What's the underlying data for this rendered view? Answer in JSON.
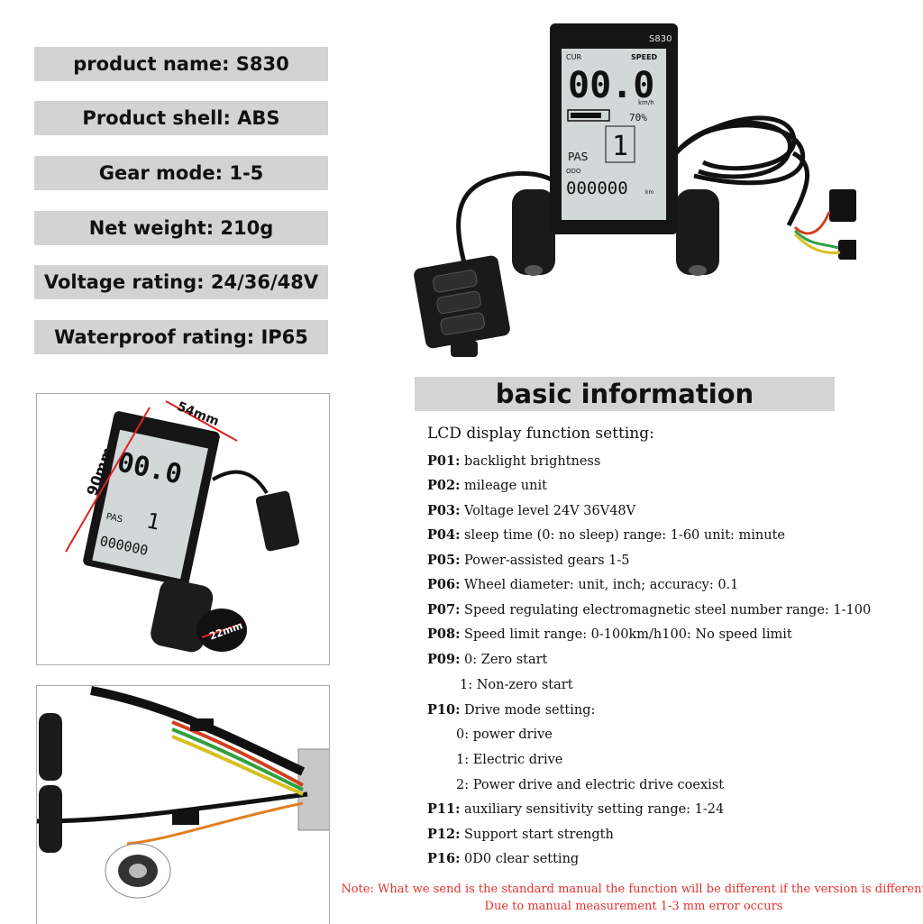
{
  "specs": [
    {
      "text": "product name: S830"
    },
    {
      "text": "Product shell: ABS"
    },
    {
      "text": "Gear mode: 1-5"
    },
    {
      "text": "Net weight: 210g"
    },
    {
      "text": "Voltage rating: 24/36/48V"
    },
    {
      "text": "Waterproof rating: IP65"
    }
  ],
  "display": {
    "model": "S830",
    "cur": "CUR",
    "speed_label": "SPEED",
    "speed_value": "00.0",
    "speed_unit": "km/h",
    "battery_percent": "70%",
    "pas_label": "PAS",
    "pas_value": "1",
    "odo_label": "ODO",
    "odo_value": "000000",
    "odo_unit": "km"
  },
  "dimensions": {
    "width": "54mm",
    "height": "90mm",
    "clamp": "22mm"
  },
  "basic_info": {
    "title": "basic information",
    "lcd_title": "LCD display function setting:",
    "rows": [
      {
        "code": "P01:",
        "text": " backlight brightness"
      },
      {
        "code": "P02:",
        "text": " mileage unit"
      },
      {
        "code": "P03:",
        "text": " Voltage level 24V 36V48V"
      },
      {
        "code": "P04:",
        "text": " sleep time (0: no sleep) range: 1-60 unit: minute"
      },
      {
        "code": "P05:",
        "text": " Power-assisted gears 1-5"
      },
      {
        "code": "P06:",
        "text": " Wheel diameter: unit, inch; accuracy: 0.1"
      },
      {
        "code": "P07:",
        "text": " Speed regulating electromagnetic steel number range: 1-100"
      },
      {
        "code": "P08:",
        "text": " Speed limit range: 0-100km/h100: No speed limit"
      },
      {
        "code": "P09:",
        "text": " 0: Zero start"
      },
      {
        "code": "",
        "text": "1: Non-zero start"
      },
      {
        "code": "P10:",
        "text": " Drive mode setting:"
      },
      {
        "code": "",
        "text": "0: power drive"
      },
      {
        "code": "",
        "text": "1: Electric drive"
      },
      {
        "code": "",
        "text": "2: Power drive and electric drive coexist"
      },
      {
        "code": "P11:",
        "text": " auxiliary sensitivity setting range: 1-24"
      },
      {
        "code": "P12:",
        "text": " Support start strength"
      },
      {
        "code": "P16:",
        "text": " 0D0 clear setting"
      }
    ]
  },
  "note": {
    "line1": "Note: What we send is the standard manual the function will be different if the version is different",
    "line2": "Due to manual measurement   1-3 mm error occurs"
  },
  "colors": {
    "spec_bg": "#d3d3d3",
    "lcd_screen": "#d2d8d8",
    "note_red": "#e53030"
  }
}
